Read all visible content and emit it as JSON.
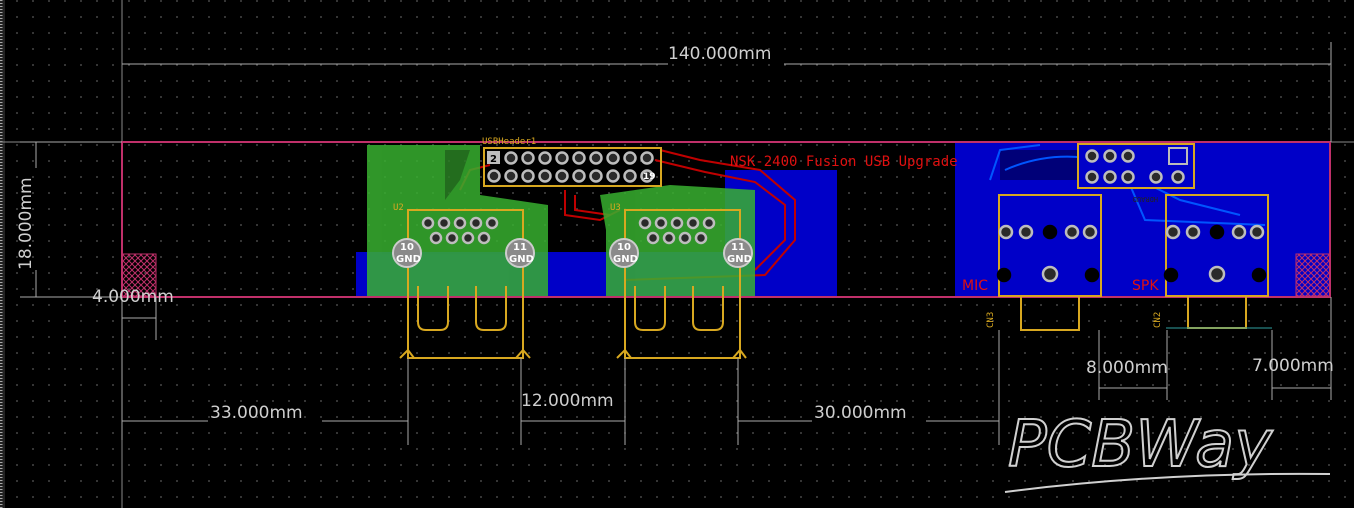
{
  "dimensions": {
    "total_width": "140.000mm",
    "height": "18.000mm",
    "left_offset": "4.000mm",
    "first_port": "33.000mm",
    "port_spacing": "12.000mm",
    "gap_to_audio": "30.000mm",
    "audio_spacing": "8.000mm",
    "right_margin": "7.000mm"
  },
  "components": {
    "header": {
      "name": "USBHeader1",
      "pin_first": "2",
      "pin_last": "19"
    },
    "u2": {
      "name": "U2",
      "pin_a": "10",
      "pin_b": "11",
      "gnd": "GND"
    },
    "u3": {
      "name": "U3",
      "pin_a": "10",
      "pin_b": "11",
      "gnd": "GND"
    },
    "cn3": {
      "name": "CN3",
      "label": "MIC"
    },
    "cn2": {
      "name": "CN2",
      "label": "SPK"
    },
    "audio_header": {
      "name": "HDRAUD"
    }
  },
  "board_title": "NSK-2400 Fusion USB Upgrade",
  "watermark": "PCBWay",
  "colors": {
    "background": "#000000",
    "outline": "#c0306a",
    "bottom_copper": "#0000c8",
    "top_copper": "#c00000",
    "silkscreen": "#d8a820",
    "highlight": "#38b030"
  }
}
